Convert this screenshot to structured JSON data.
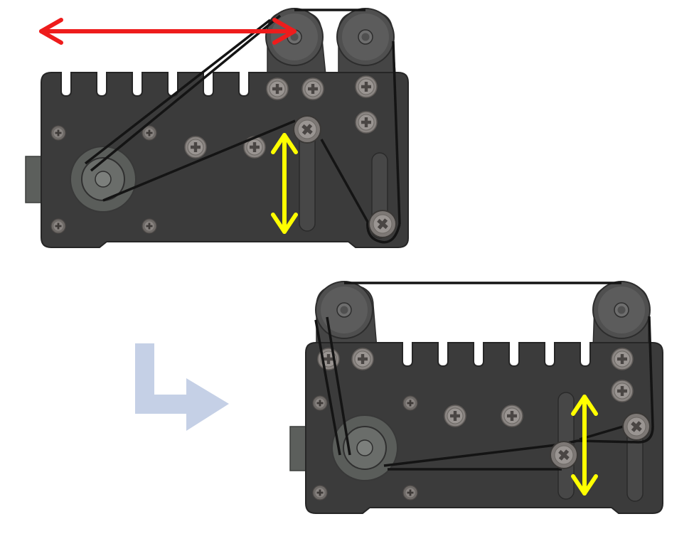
{
  "colors": {
    "background": "#ffffff",
    "plate": "#3b3b3b",
    "plate_edge": "#2a2a2a",
    "belt": "#141414",
    "pulley_outer": "#5a5a5a",
    "pulley_inner": "#7a7a7a",
    "screw": "#8a8582",
    "screw_rim": "#6c6864",
    "bracket": "#454545",
    "slot": "#474747",
    "connector": "#5c5f5c",
    "motion_red": "#ee1c1c",
    "motion_yellow": "#ffff00",
    "transition_arrow": "#c5d0e6"
  },
  "states": [
    {
      "id": "before",
      "description_icon": "idler-up-configuration"
    },
    {
      "id": "after",
      "description_icon": "idler-down-configuration"
    }
  ],
  "arrows": [
    {
      "name": "horizontal-travel-arrow",
      "color_key": "motion_red"
    },
    {
      "name": "vertical-adjust-arrow-top",
      "color_key": "motion_yellow"
    },
    {
      "name": "vertical-adjust-arrow-bottom",
      "color_key": "motion_yellow"
    },
    {
      "name": "transition-arrow",
      "color_key": "transition_arrow"
    }
  ]
}
